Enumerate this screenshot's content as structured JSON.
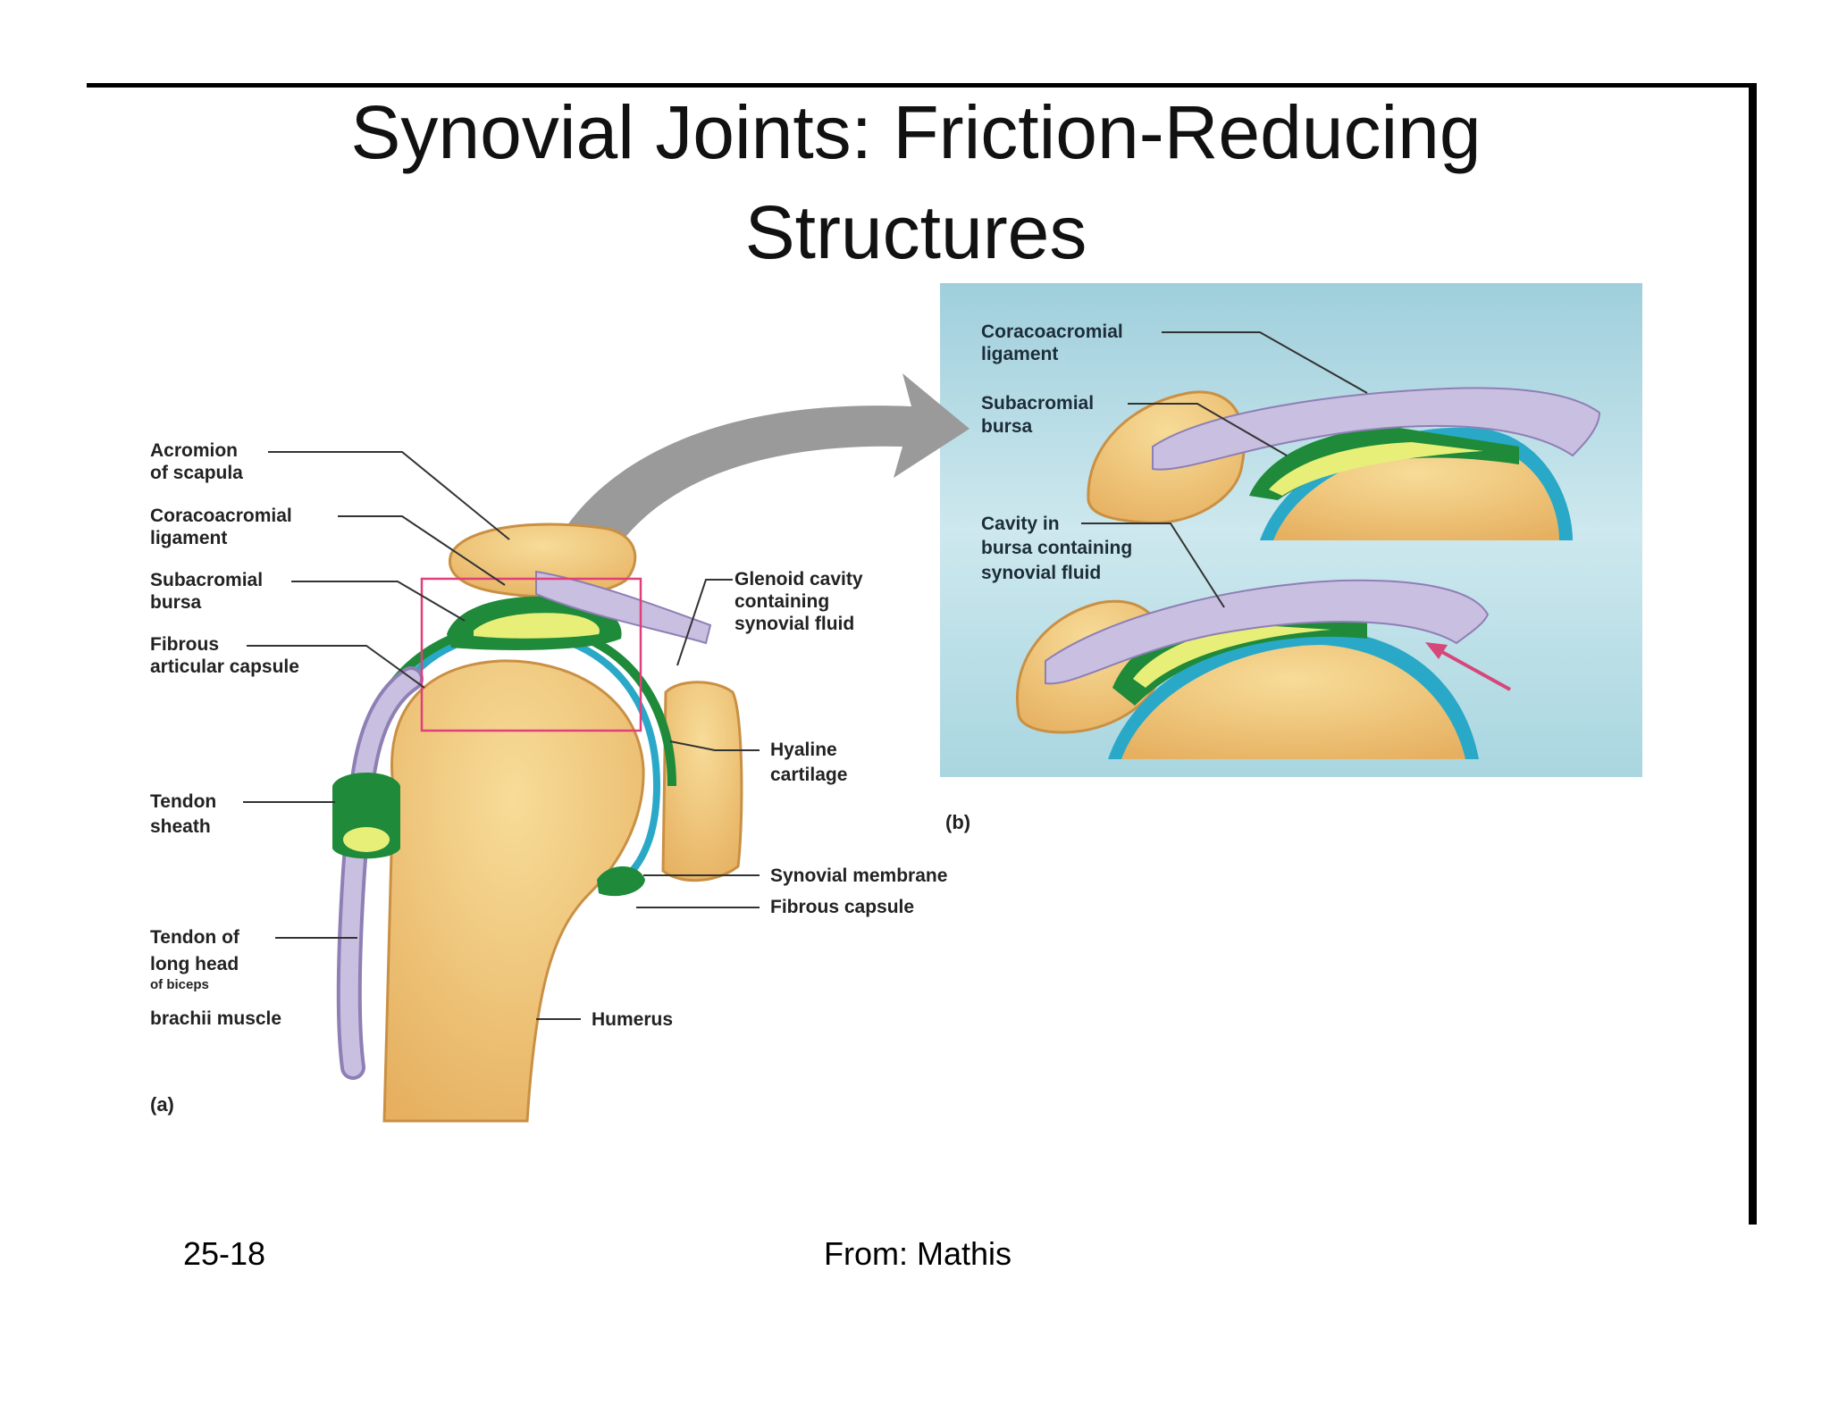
{
  "slide": {
    "title_line1": "Synovial Joints: Friction-Reducing",
    "title_line2": "Structures",
    "slide_number": "25-18",
    "source": "From: Mathis"
  },
  "figure_a": {
    "panel_label": "(a)",
    "labels": {
      "acromion": [
        "Acromion",
        "of scapula"
      ],
      "coracoacromial": [
        "Coracoacromial",
        "ligament"
      ],
      "subacromial": [
        "Subacromial",
        "bursa"
      ],
      "fibrous_articular": [
        "Fibrous",
        "articular capsule"
      ],
      "tendon_sheath": [
        "Tendon",
        "sheath"
      ],
      "tendon_long_head": [
        "Tendon of",
        "long head",
        "of biceps",
        "brachii muscle"
      ],
      "glenoid": [
        "Glenoid cavity",
        "containing",
        "synovial fluid"
      ],
      "hyaline": [
        "Hyaline",
        "cartilage"
      ],
      "synovial_membrane": "Synovial membrane",
      "fibrous_capsule": "Fibrous capsule",
      "humerus": "Humerus"
    }
  },
  "figure_b": {
    "panel_label": "(b)",
    "labels": {
      "coracoacromial": [
        "Coracoacromial",
        "ligament"
      ],
      "subacromial": [
        "Subacromial",
        "bursa"
      ],
      "cavity": [
        "Cavity in",
        "bursa containing",
        "synovial fluid"
      ]
    }
  },
  "colors": {
    "bone": "#f0c878",
    "bone_dark": "#d9a24e",
    "bursa_green": "#1f8a3a",
    "bursa_yellow": "#e8ef78",
    "cartilage_blue": "#2aa8c8",
    "ligament": "#c9bfe0",
    "panel_bg": "#bfe0e8",
    "arrow": "#9a9a9a",
    "highlight_box": "#e0407a"
  }
}
